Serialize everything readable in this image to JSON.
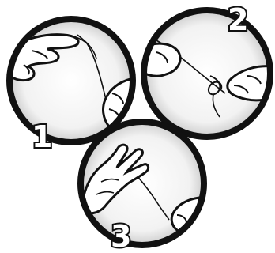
{
  "steps": [
    {
      "number": "1",
      "icon": "hand-holding-thread-loop"
    },
    {
      "number": "2",
      "icon": "hands-tying-knot-on-thread"
    },
    {
      "number": "3",
      "icon": "open-palm-with-thread"
    }
  ],
  "colors": {
    "ink": "#111111",
    "paper": "#ffffff",
    "shade": "#cfcfcf"
  }
}
